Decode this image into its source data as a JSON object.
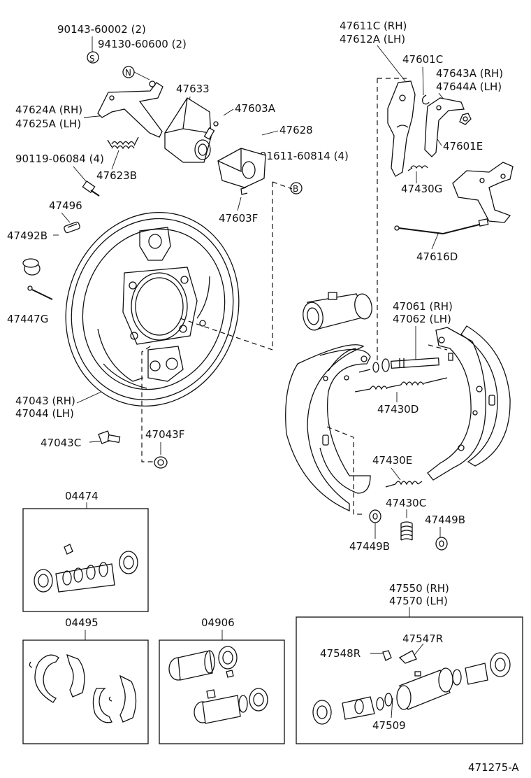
{
  "labels": {
    "p90143": "90143-60002 (2)",
    "p94130": "94130-60600 (2)",
    "mark_s": "S",
    "mark_n": "N",
    "mark_b": "B",
    "p47624a": "47624A (RH)",
    "p47625a": "47625A (LH)",
    "p47633": "47633",
    "p47603a": "47603A",
    "p47628": "47628",
    "p47623b": "47623B",
    "p90119": "90119-06084 (4)",
    "p91611": "91611-60814 (4)",
    "p47603f": "47603F",
    "p47496": "47496",
    "p47492b": "47492B",
    "p47447g": "47447G",
    "p47043": "47043 (RH)",
    "p47044": "47044 (LH)",
    "p47043c": "47043C",
    "p47043f": "47043F",
    "p47611c": "47611C (RH)",
    "p47612a": "47612A (LH)",
    "p47601c": "47601C",
    "p47643a": "47643A (RH)",
    "p47644a": "47644A (LH)",
    "p47601e": "47601E",
    "p47430g": "47430G",
    "p47616d": "47616D",
    "p47061": "47061 (RH)",
    "p47062": "47062 (LH)",
    "p47430d": "47430D",
    "p47430e": "47430E",
    "p47430c": "47430C",
    "p47449b_l": "47449B",
    "p47449b_r": "47449B",
    "p04474": "04474",
    "p04495": "04495",
    "p04906": "04906",
    "p47550": "47550 (RH)",
    "p47570": "47570 (LH)",
    "p47548r": "47548R",
    "p47547r": "47547R",
    "p47509": "47509",
    "figure_no": "471275-A"
  }
}
